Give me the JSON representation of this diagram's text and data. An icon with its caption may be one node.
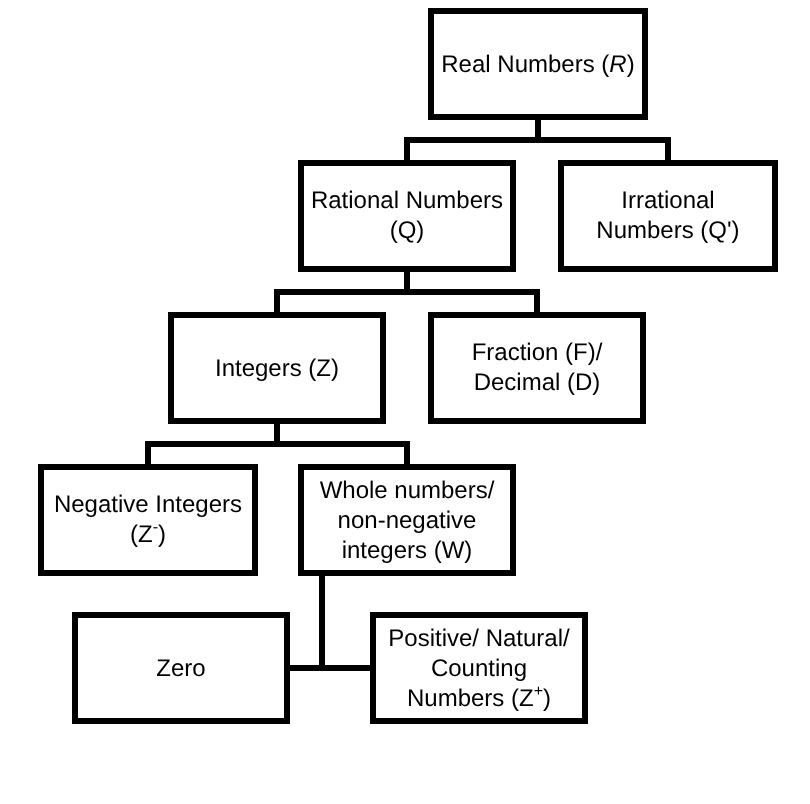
{
  "diagram": {
    "nodes": [
      {
        "text": [
          "Real Numbers (*R*)"
        ]
      },
      {
        "text": [
          "Rational Numbers (Q)"
        ]
      },
      {
        "text": [
          "Irrational Numbers (Q')"
        ]
      },
      {
        "text": [
          "Integers (Z)"
        ]
      },
      {
        "text": [
          "Fraction (F)/ Decimal (D)"
        ]
      },
      {
        "text": [
          "Negative Integers (Z$^{-}$)"
        ]
      },
      {
        "text": [
          "Whole numbers/ non-negative integers (W)"
        ]
      },
      {
        "text": [
          "Zero"
        ]
      },
      {
        "text": [
          "Positive/ Natural/ Counting Numbers (Z$^{+}$)"
        ]
      }
    ],
    "edges": [
      {
        "from": 0,
        "to": 1,
        "arrow": "none"
      },
      {
        "from": 0,
        "to": 2,
        "arrow": "none"
      },
      {
        "from": 1,
        "to": 3,
        "arrow": "none"
      },
      {
        "from": 1,
        "to": 4,
        "arrow": "none"
      },
      {
        "from": 3,
        "to": 5,
        "arrow": "none"
      },
      {
        "from": 3,
        "to": 6,
        "arrow": "none"
      },
      {
        "from": 6,
        "to": 7,
        "arrow": "none"
      },
      {
        "from": 6,
        "to": 8,
        "arrow": "none"
      }
    ]
  }
}
